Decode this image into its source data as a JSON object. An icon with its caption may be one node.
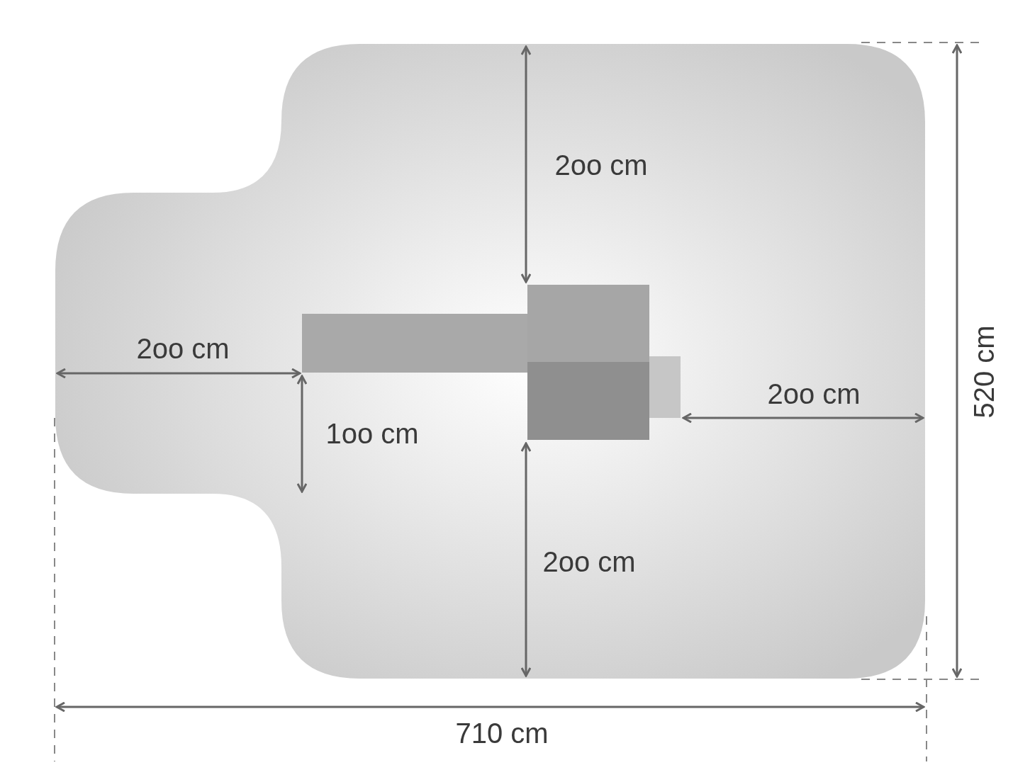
{
  "diagram": {
    "labels": [
      "2oo cm",
      "2oo cm",
      "2oo cm",
      "520 cm",
      "1oo cm",
      "2oo cm",
      "710 cm"
    ]
  }
}
